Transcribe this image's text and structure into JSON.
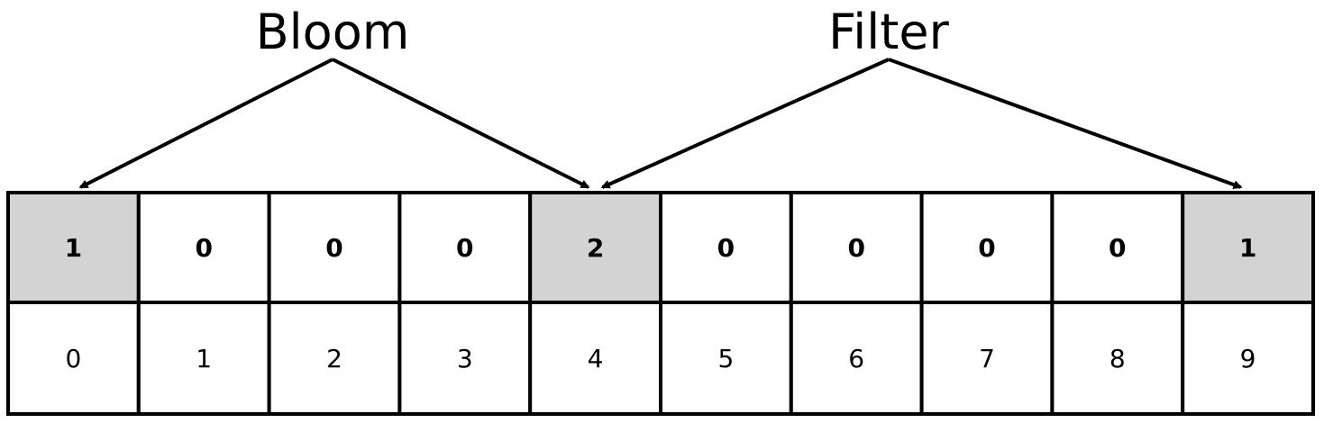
{
  "words": [
    "Bloom",
    "Filter"
  ],
  "counters": [
    "1",
    "0",
    "0",
    "0",
    "2",
    "0",
    "0",
    "0",
    "0",
    "1"
  ],
  "indices": [
    "0",
    "1",
    "2",
    "3",
    "4",
    "5",
    "6",
    "7",
    "8",
    "9"
  ],
  "highlighted_indices": [
    0,
    4,
    9
  ],
  "arrows": [
    {
      "from_word": 0,
      "to_cell": 0
    },
    {
      "from_word": 0,
      "to_cell": 4
    },
    {
      "from_word": 1,
      "to_cell": 4
    },
    {
      "from_word": 1,
      "to_cell": 9
    }
  ],
  "colors": {
    "highlight": "#d3d3d3",
    "cell": "#ffffff",
    "stroke": "#000000"
  }
}
